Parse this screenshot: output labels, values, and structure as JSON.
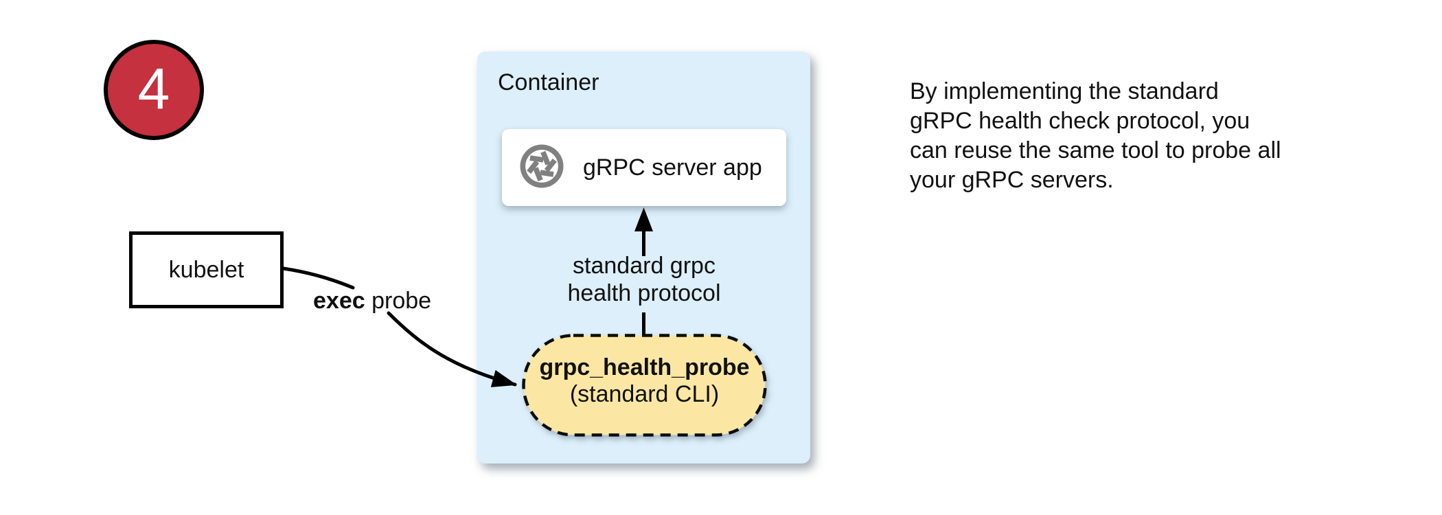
{
  "step_badge": {
    "number": "4",
    "fill": "#C5313E"
  },
  "kubelet_box": {
    "label": "kubelet"
  },
  "exec_probe_label": {
    "bold": "exec",
    "regular": " probe"
  },
  "container_box": {
    "label": "Container",
    "fill": "#DCEFFA"
  },
  "server_app_card": {
    "label": "gRPC server app",
    "icon": "aperture-icon",
    "icon_color": "#808080"
  },
  "health_protocol_label": {
    "lines": [
      "standard grpc",
      "health protocol"
    ]
  },
  "probe_pill": {
    "title": "grpc_health_probe",
    "subtitle": "(standard CLI)",
    "fill": "#FBE7A3"
  },
  "note": {
    "lines": [
      "By implementing the standard",
      "gRPC health check protocol, you",
      "can reuse the same tool to probe all",
      "your gRPC servers."
    ]
  }
}
